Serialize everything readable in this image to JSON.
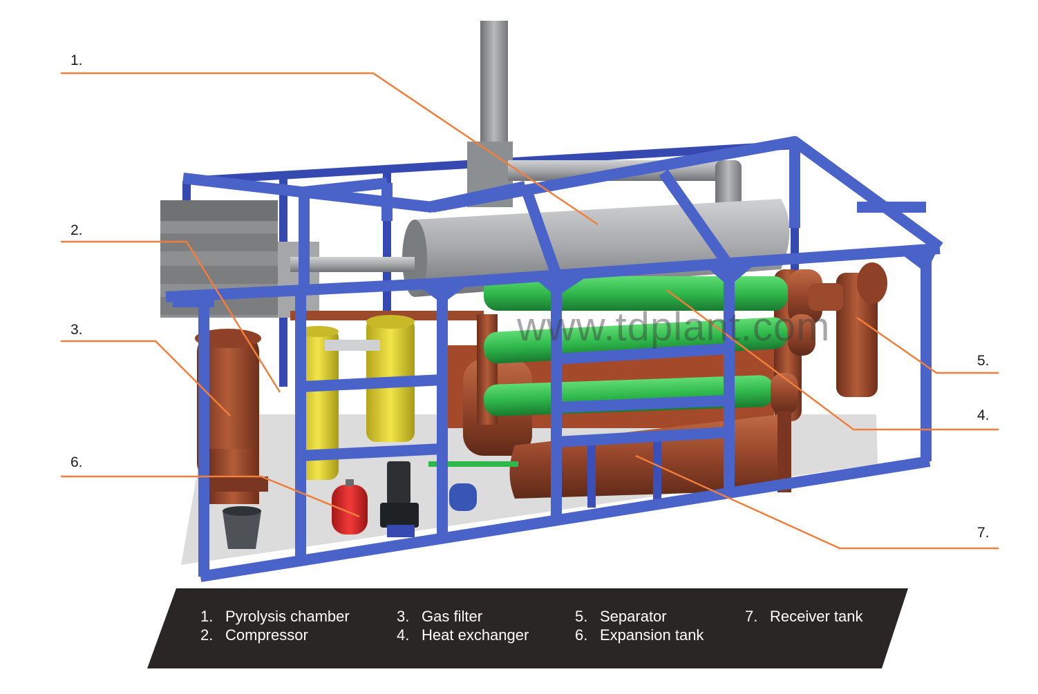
{
  "callouts": [
    {
      "num": "1.",
      "name": "Pyrolysis chamber"
    },
    {
      "num": "2.",
      "name": "Compressor"
    },
    {
      "num": "3.",
      "name": "Gas filter"
    },
    {
      "num": "4.",
      "name": "Heat exchanger"
    },
    {
      "num": "5.",
      "name": "Separator"
    },
    {
      "num": "6.",
      "name": "Expansion tank"
    },
    {
      "num": "7.",
      "name": "Receiver tank"
    }
  ],
  "watermark": "www.tdplant.com",
  "colors": {
    "frame": "#4a63c9",
    "frame_dark": "#2f43a0",
    "leader": "#f07f3c",
    "legend_bg": "#2b2626",
    "steel": "#a4a6a9",
    "copper": "#9b4a2c",
    "green_pipe": "#2fb84b",
    "yellow_filter": "#e6d736",
    "red_tank": "#e22a2a",
    "floor": "#dcdcdc"
  }
}
